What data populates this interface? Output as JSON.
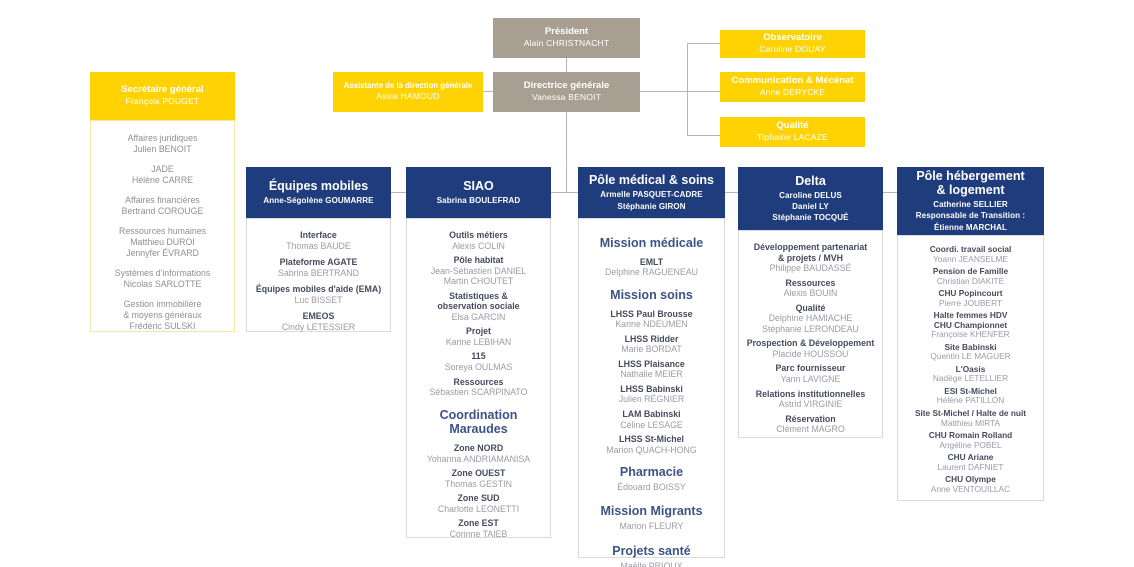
{
  "colors": {
    "yellow": "#FFD303",
    "tan": "#A89F92",
    "header_blue": "#1F3D7C",
    "subheading_blue": "#3D5286",
    "connector": "#B4B4BC"
  },
  "top": {
    "president": {
      "title": "Président",
      "name": "Alain CHRISTNACHT"
    },
    "assistant": {
      "title": "Assistante de la direction générale",
      "name": "Assia HAMOUD"
    },
    "director": {
      "title": "Directrice générale",
      "name": "Vanessa BENOIT"
    },
    "right_boxes": [
      {
        "title": "Observatoire",
        "name": "Caroline DOUAY"
      },
      {
        "title": "Communication & Mécénat",
        "name": "Anne DERYCKE"
      },
      {
        "title": "Qualité",
        "name": "Tiphaine LACAZE"
      }
    ]
  },
  "secretary": {
    "title": "Secrétaire général",
    "name": "François POUGET",
    "items": [
      {
        "lines": [
          "Affaires juridiques",
          "Julien BENOIT"
        ]
      },
      {
        "lines": [
          "JADE",
          "Hélène CARRE"
        ]
      },
      {
        "lines": [
          "Affaires financières",
          "Bertrand COROUGE"
        ]
      },
      {
        "lines": [
          "Ressources humaines",
          "Matthieu DUROI",
          "Jennyfer ÉVRARD"
        ]
      },
      {
        "lines": [
          "Systèmes d'informations",
          "Nicolas SARLOTTE"
        ]
      },
      {
        "lines": [
          "Gestion immobilière",
          "& moyens généraux",
          "Frédéric SULSKI"
        ]
      }
    ]
  },
  "columns": [
    {
      "title_lines": [
        "Équipes mobiles"
      ],
      "head_lines": [
        "Anne-Ségolène GOUMARRE"
      ],
      "entries": [
        {
          "t": [
            "Interface"
          ],
          "n": [
            "Thomas BAUDE"
          ]
        },
        {
          "t": [
            "Plateforme AGATE"
          ],
          "n": [
            "Sabrina BERTRAND"
          ]
        },
        {
          "t": [
            "Équipes mobiles d'aide (EMA)"
          ],
          "n": [
            "Luc BISSET"
          ]
        },
        {
          "t": [
            "EMEOS"
          ],
          "n": [
            "Cindy LETESSIER"
          ]
        }
      ]
    },
    {
      "title_lines": [
        "SIAO"
      ],
      "head_lines": [
        "Sabrina BOULEFRAD"
      ],
      "entries": [
        {
          "t": [
            "Outils métiers"
          ],
          "n": [
            "Alexis COLIN"
          ]
        },
        {
          "t": [
            "Pôle habitat"
          ],
          "n": [
            "Jean-Sébastien DANIEL",
            "Martin CHOUTET"
          ]
        },
        {
          "t": [
            "Statistiques &",
            "observation sociale"
          ],
          "n": [
            "Elsa GARCIN"
          ]
        },
        {
          "t": [
            "Projet"
          ],
          "n": [
            "Karine LEBIHAN"
          ]
        },
        {
          "t": [
            "115"
          ],
          "n": [
            "Soreya OULMAS"
          ]
        },
        {
          "t": [
            "Ressources"
          ],
          "n": [
            "Sébastien SCARPINATO"
          ]
        },
        {
          "sub": [
            "Coordination",
            "Maraudes"
          ]
        },
        {
          "t": [
            "Zone NORD"
          ],
          "n": [
            "Yohanna ANDRIAMANISA"
          ]
        },
        {
          "t": [
            "Zone OUEST"
          ],
          "n": [
            "Thomas GESTIN"
          ]
        },
        {
          "t": [
            "Zone SUD"
          ],
          "n": [
            "Charlotte LEONETTI"
          ]
        },
        {
          "t": [
            "Zone EST"
          ],
          "n": [
            "Corinne TAIEB"
          ]
        }
      ]
    },
    {
      "title_lines": [
        "Pôle médical & soins"
      ],
      "head_lines": [
        "Armelle PASQUET-CADRE",
        "Stéphanie GIRON"
      ],
      "entries": [
        {
          "sub": [
            "Mission médicale"
          ]
        },
        {
          "t": [
            "EMLT"
          ],
          "n": [
            "Delphine RAGUENEAU"
          ]
        },
        {
          "sub": [
            "Mission soins"
          ]
        },
        {
          "t": [
            "LHSS Paul Brousse"
          ],
          "n": [
            "Karine NDEUMEN"
          ]
        },
        {
          "t": [
            "LHSS Ridder"
          ],
          "n": [
            "Marie BORDAT"
          ]
        },
        {
          "t": [
            "LHSS Plaisance"
          ],
          "n": [
            "Nathalie MEIER"
          ]
        },
        {
          "t": [
            "LHSS Babinski"
          ],
          "n": [
            "Julien RÉGNIER"
          ]
        },
        {
          "t": [
            "LAM Babinski"
          ],
          "n": [
            "Céline LESAGE"
          ]
        },
        {
          "t": [
            "LHSS St-Michel"
          ],
          "n": [
            "Marion QUACH-HONG"
          ]
        },
        {
          "sub": [
            "Pharmacie"
          ],
          "n": [
            "Édouard BOISSY"
          ]
        },
        {
          "sub": [
            "Mission Migrants"
          ],
          "n": [
            "Marion FLEURY"
          ]
        },
        {
          "sub": [
            "Projets santé"
          ],
          "n": [
            "Maëlle PRIOUX"
          ]
        }
      ]
    },
    {
      "title_lines": [
        "Delta"
      ],
      "head_lines": [
        "Caroline DELUS",
        "Daniel LY",
        "Stéphanie TOCQUÉ"
      ],
      "entries": [
        {
          "t": [
            "Développement partenariat",
            "& projets / MVH"
          ],
          "n": [
            "Philippe BAUDASSÉ"
          ]
        },
        {
          "t": [
            "Ressources"
          ],
          "n": [
            "Alexis BOUIN"
          ]
        },
        {
          "t": [
            "Qualité"
          ],
          "n": [
            "Delphine HAMIACHE",
            "Stéphanie LERONDEAU"
          ]
        },
        {
          "t": [
            "Prospection & Développement"
          ],
          "n": [
            "Placide HOUSSOU"
          ]
        },
        {
          "t": [
            "Parc fournisseur"
          ],
          "n": [
            "Yann LAVIGNE"
          ]
        },
        {
          "t": [
            "Relations institutionnelles"
          ],
          "n": [
            "Astrid VIRGINIE"
          ]
        },
        {
          "t": [
            "Réservation"
          ],
          "n": [
            "Clément MAGRO"
          ]
        }
      ]
    },
    {
      "title_lines": [
        "Pôle hébergement",
        "& logement"
      ],
      "head_lines": [
        "Catherine SELLIER",
        "Responsable de Transition :",
        "Étienne MARCHAL"
      ],
      "entries": [
        {
          "t": [
            "Coordi. travail social"
          ],
          "n": [
            "Yoann JEANSELME"
          ]
        },
        {
          "t": [
            "Pension de Famille"
          ],
          "n": [
            "Christian DIAKITE"
          ]
        },
        {
          "t": [
            "CHU Popincourt"
          ],
          "n": [
            "Pierre JOUBERT"
          ]
        },
        {
          "t": [
            "Halte femmes HDV",
            "CHU Championnet"
          ],
          "n": [
            "Françoise KHENFER"
          ]
        },
        {
          "t": [
            "Site Babinski"
          ],
          "n": [
            "Quentin LE MAGUER"
          ]
        },
        {
          "t": [
            "L'Oasis"
          ],
          "n": [
            "Nadège LETELLIER"
          ]
        },
        {
          "t": [
            "ESI St-Michel"
          ],
          "n": [
            "Hélène PATILLON"
          ]
        },
        {
          "t": [
            "Site St-Michel / Halte de nuit"
          ],
          "n": [
            "Matthieu MIRTA"
          ]
        },
        {
          "t": [
            "CHU Romain Rolland"
          ],
          "n": [
            "Angéline POBEL"
          ]
        },
        {
          "t": [
            "CHU Ariane"
          ],
          "n": [
            "Laurent DAFNIET"
          ]
        },
        {
          "t": [
            "CHU Olympe"
          ],
          "n": [
            "Anne VENTOUILLAC"
          ]
        }
      ]
    }
  ]
}
